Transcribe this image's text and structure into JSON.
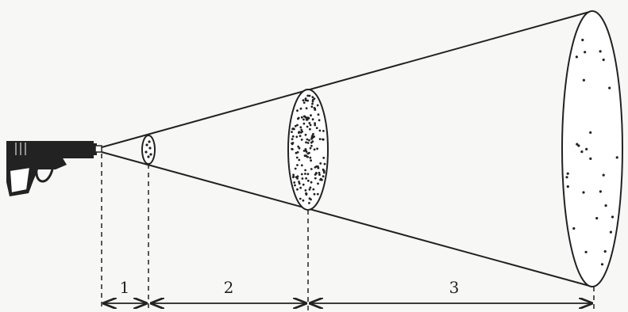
{
  "zones": [
    {
      "label": "1"
    },
    {
      "label": "2"
    },
    {
      "label": "3"
    }
  ],
  "colors": {
    "ink": "#222222",
    "paper": "#f7f7f5"
  },
  "icons": {
    "gun": "pistol-icon"
  }
}
